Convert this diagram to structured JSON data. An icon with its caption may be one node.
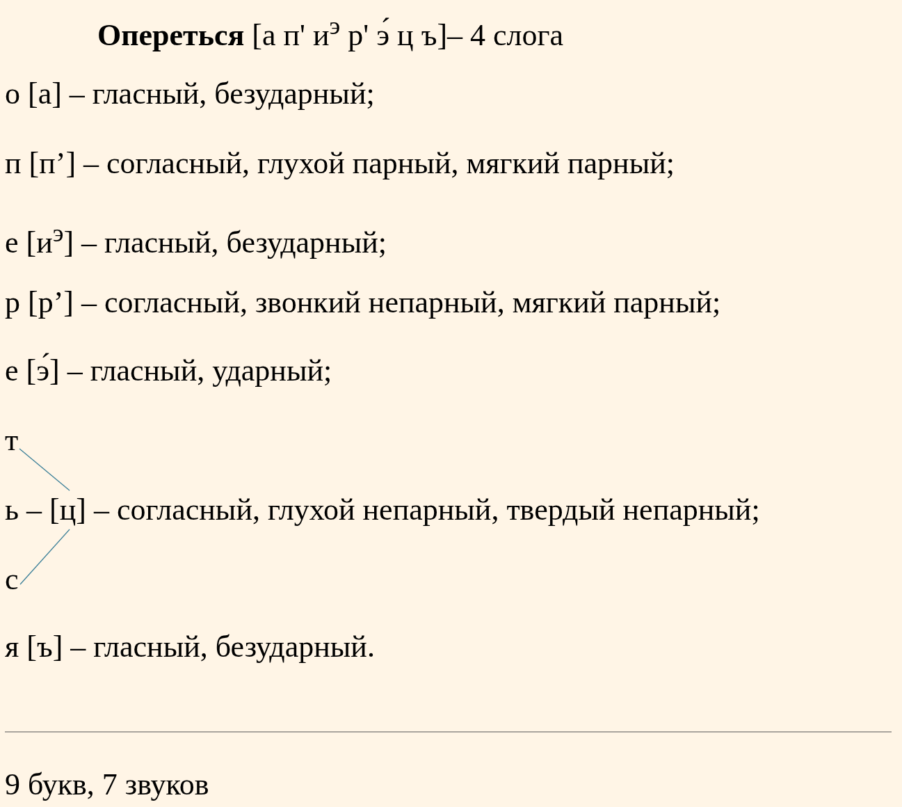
{
  "diagram": {
    "title": "**Опереться** [а п' и$^{э}$ р' э́ ц ъ]– 4 слога",
    "nodes": [
      {
        "text": [
          "т"
        ]
      },
      {
        "text": [
          "ь – [ц] – согласный, глухой непарный, твердый непарный;"
        ]
      },
      {
        "text": [
          "с"
        ]
      }
    ],
    "edges": [
      {
        "from": 0,
        "to": 1,
        "arrow": "none"
      },
      {
        "from": 2,
        "to": 1,
        "arrow": "none"
      }
    ],
    "labels": [
      "о [а] – гласный, безударный;",
      "п [п’] – согласный, глухой парный, мягкий парный;",
      "е [и$^{э}$] – гласный, безударный;",
      "р [р’] – согласный, звонкий непарный, мягкий парный;",
      "е [э́] – гласный, ударный;",
      "я [ъ] – гласный, безударный.",
      "9 букв, 7 звуков"
    ]
  }
}
